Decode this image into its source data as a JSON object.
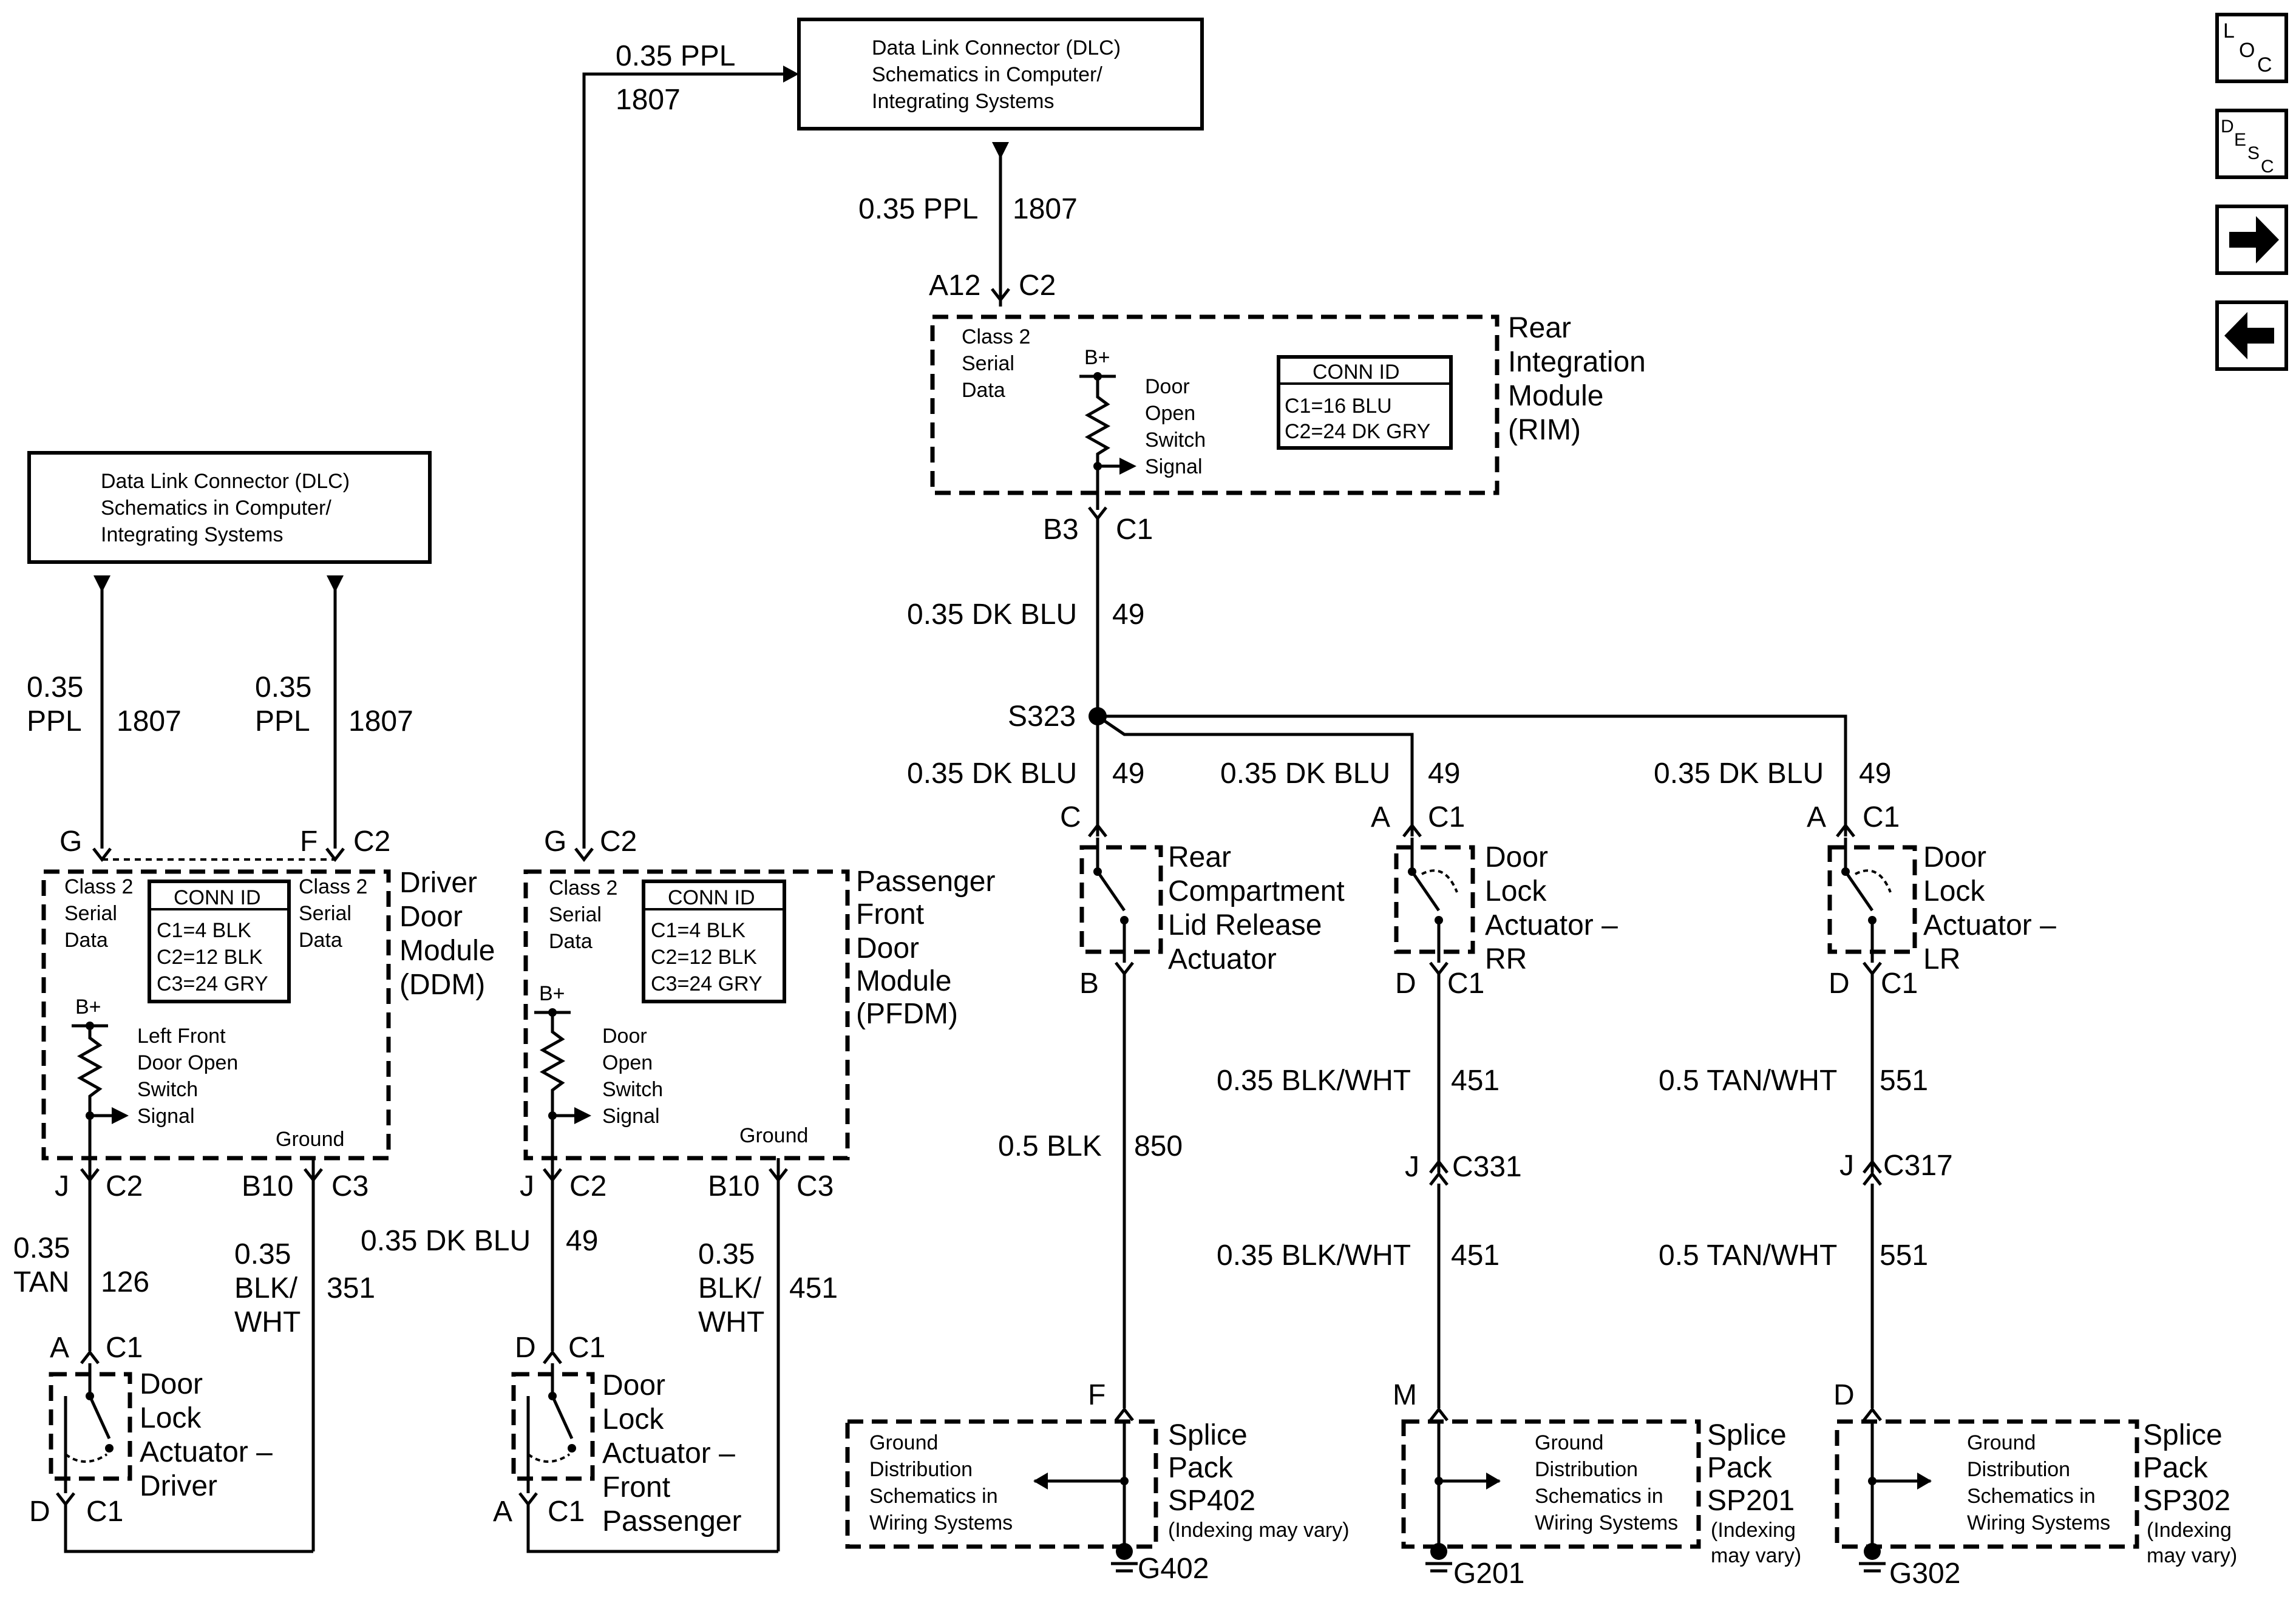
{
  "dlc_top": {
    "line1": "Data Link Connector (DLC)",
    "line2": "Schematics in Computer/",
    "line3": "Integrating Systems"
  },
  "dlc_left": {
    "line1": "Data Link Connector (DLC)",
    "line2": "Schematics in Computer/",
    "line3": "Integrating Systems"
  },
  "nav": {
    "loc_label": "LOC",
    "desc_label": "DESC",
    "next_icon": "arrow-right",
    "prev_icon": "arrow-left"
  },
  "top_wire": {
    "gauge": "0.35 PPL",
    "circuit": "1807",
    "gauge2": "0.35 PPL",
    "circuit2": "1807"
  },
  "rim": {
    "name1": "Rear",
    "name2": "Integration",
    "name3": "Module",
    "name4": "(RIM)",
    "class2_1": "Class 2",
    "class2_2": "Serial",
    "class2_3": "Data",
    "bplus": "B+",
    "sw1": "Door",
    "sw2": "Open",
    "sw3": "Switch",
    "sw4": "Signal",
    "conn_title": "CONN ID",
    "conn1": "C1=16 BLU",
    "conn2": "C2=24 DK GRY",
    "pin_top": "A12",
    "conn_top": "C2",
    "pin_bot": "B3",
    "conn_bot": "C1"
  },
  "rim_out": {
    "gauge": "0.35 DK BLU",
    "circuit": "49",
    "splice": "S323"
  },
  "branches": {
    "rear": {
      "gauge": "0.35 DK BLU",
      "circuit": "49",
      "pin_top": "C",
      "pin_bot": "B",
      "name1": "Rear",
      "name2": "Compartment",
      "name3": "Lid Release",
      "name4": "Actuator",
      "gauge_bot": "0.5 BLK",
      "circuit_bot": "850",
      "pin_sp": "F"
    },
    "rr": {
      "gauge": "0.35 DK BLU",
      "circuit": "49",
      "pin_top": "A",
      "conn_top": "C1",
      "pin_bot": "D",
      "conn_bot": "C1",
      "name1": "Door",
      "name2": "Lock",
      "name3": "Actuator –",
      "name4": "RR",
      "gauge_mid": "0.35 BLK/WHT",
      "circuit_mid": "451",
      "pin_c": "J",
      "conn_c": "C331",
      "gauge_low": "0.35 BLK/WHT",
      "circuit_low": "451",
      "pin_sp": "M"
    },
    "lr": {
      "gauge": "0.35 DK BLU",
      "circuit": "49",
      "pin_top": "A",
      "conn_top": "C1",
      "pin_bot": "D",
      "conn_bot": "C1",
      "name1": "Door",
      "name2": "Lock",
      "name3": "Actuator –",
      "name4": "LR",
      "gauge_mid": "0.5 TAN/WHT",
      "circuit_mid": "551",
      "pin_c": "J",
      "conn_c": "C317",
      "gauge_low": "0.5 TAN/WHT",
      "circuit_low": "551",
      "pin_sp": "D"
    }
  },
  "splices": {
    "sp402": {
      "name1": "Splice",
      "name2": "Pack",
      "name3": "SP402",
      "note1": "(Indexing may vary)",
      "note2": "",
      "ground": "G402",
      "gd1": "Ground",
      "gd2": "Distribution",
      "gd3": "Schematics in",
      "gd4": "Wiring Systems"
    },
    "sp201": {
      "name1": "Splice",
      "name2": "Pack",
      "name3": "SP201",
      "note1": "(Indexing",
      "note2": "may vary)",
      "ground": "G201",
      "gd1": "Ground",
      "gd2": "Distribution",
      "gd3": "Schematics in",
      "gd4": "Wiring Systems"
    },
    "sp302": {
      "name1": "Splice",
      "name2": "Pack",
      "name3": "SP302",
      "note1": "(Indexing",
      "note2": "may vary)",
      "ground": "G302",
      "gd1": "Ground",
      "gd2": "Distribution",
      "gd3": "Schematics in",
      "gd4": "Wiring Systems"
    }
  },
  "ddm": {
    "name1": "Driver",
    "name2": "Door",
    "name3": "Module",
    "name4": "(DDM)",
    "left_wire_gauge1": "0.35",
    "left_wire_gauge2": "PPL",
    "left_wire_circuit": "1807",
    "right_wire_gauge1": "0.35",
    "right_wire_gauge2": "PPL",
    "right_wire_circuit": "1807",
    "pin_g": "G",
    "pin_f": "F",
    "conn_top": "C2",
    "class2a_1": "Class 2",
    "class2a_2": "Serial",
    "class2a_3": "Data",
    "class2b_1": "Class 2",
    "class2b_2": "Serial",
    "class2b_3": "Data",
    "conn_title": "CONN ID",
    "conn1": "C1=4 BLK",
    "conn2": "C2=12 BLK",
    "conn3": "C3=24 GRY",
    "bplus": "B+",
    "sw1": "Left Front",
    "sw2": "Door Open",
    "sw3": "Switch",
    "sw4": "Signal",
    "ground": "Ground",
    "pin_j": "J",
    "conn_j": "C2",
    "pin_b10": "B10",
    "conn_b10": "C3",
    "wire1_g1": "0.35",
    "wire1_g2": "TAN",
    "wire1_c": "126",
    "wire2_g1": "0.35",
    "wire2_g2": "BLK/",
    "wire2_g3": "WHT",
    "wire2_c": "351"
  },
  "driver_act": {
    "pin_top": "A",
    "conn_top": "C1",
    "pin_bot": "D",
    "conn_bot": "C1",
    "name1": "Door",
    "name2": "Lock",
    "name3": "Actuator –",
    "name4": "Driver"
  },
  "pfdm": {
    "name1": "Passenger",
    "name2": "Front",
    "name3": "Door",
    "name4": "Module",
    "name5": "(PFDM)",
    "pin_g": "G",
    "conn_top": "C2",
    "class2_1": "Class 2",
    "class2_2": "Serial",
    "class2_3": "Data",
    "conn_title": "CONN ID",
    "conn1": "C1=4 BLK",
    "conn2": "C2=12 BLK",
    "conn3": "C3=24 GRY",
    "bplus": "B+",
    "sw1": "Door",
    "sw2": "Open",
    "sw3": "Switch",
    "sw4": "Signal",
    "ground": "Ground",
    "pin_j": "J",
    "conn_j": "C2",
    "pin_b10": "B10",
    "conn_b10": "C3",
    "wire1_g": "0.35 DK BLU",
    "wire1_c": "49",
    "wire2_g1": "0.35",
    "wire2_g2": "BLK/",
    "wire2_g3": "WHT",
    "wire2_c": "451"
  },
  "pass_act": {
    "pin_top": "D",
    "conn_top": "C1",
    "pin_bot": "A",
    "conn_bot": "C1",
    "name1": "Door",
    "name2": "Lock",
    "name3": "Actuator –",
    "name4": "Front",
    "name5": "Passenger"
  }
}
